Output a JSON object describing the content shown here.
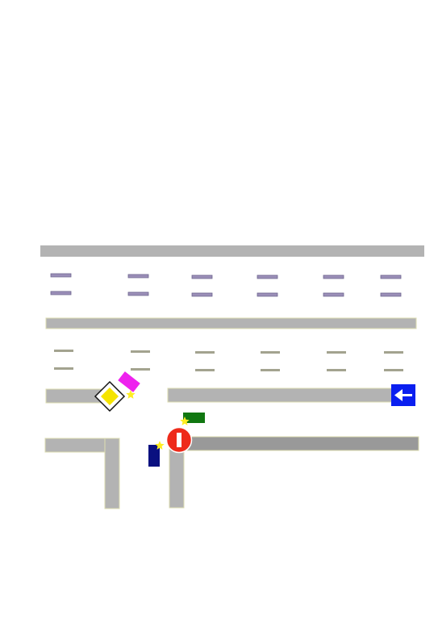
{
  "diagram": {
    "type": "traffic-intersection-sketch",
    "colors": {
      "background": "#ffffff",
      "curb": "#b3b3b3",
      "curb_dark": "#999999",
      "curb_edge": "#dcdcb0",
      "lane_mark_upper": "#9b8fb8",
      "lane_mark_upper_edge": "#6f6690",
      "lane_mark_lower": "#a3a38f",
      "vehicle_magenta": "#ee22ee",
      "vehicle_green": "#117711",
      "vehicle_navy": "#0a1080",
      "collision_star": "#ffee22",
      "priority_sign_fill": "#f5e400",
      "no_entry_red": "#ee2a1a",
      "one_way_blue": "#0a1ff0"
    },
    "signs": [
      {
        "name": "priority-road-sign",
        "icon": "yellow-diamond"
      },
      {
        "name": "no-entry-sign",
        "icon": "red-circle-white-bar"
      },
      {
        "name": "one-way-sign",
        "icon": "white-left-arrow-on-blue"
      }
    ],
    "vehicles": [
      {
        "name": "magenta-vehicle",
        "color": "#ee22ee"
      },
      {
        "name": "green-vehicle",
        "color": "#117711"
      },
      {
        "name": "navy-vehicle",
        "color": "#0a1080"
      }
    ],
    "collision_points": 3
  }
}
